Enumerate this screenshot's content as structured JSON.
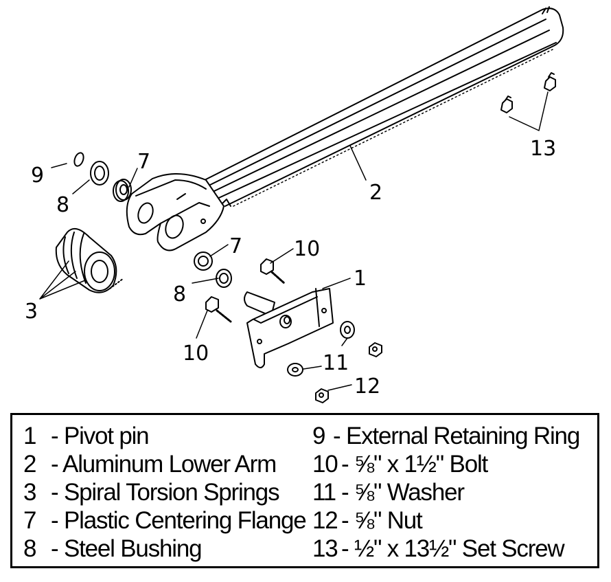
{
  "callouts": [
    {
      "id": "9",
      "text": "9"
    },
    {
      "id": "8a",
      "text": "8"
    },
    {
      "id": "7a",
      "text": "7"
    },
    {
      "id": "2",
      "text": "2"
    },
    {
      "id": "13",
      "text": "13"
    },
    {
      "id": "3",
      "text": "3"
    },
    {
      "id": "7b",
      "text": "7"
    },
    {
      "id": "10a",
      "text": "10"
    },
    {
      "id": "1",
      "text": "1"
    },
    {
      "id": "8b",
      "text": "8"
    },
    {
      "id": "10b",
      "text": "10"
    },
    {
      "id": "11",
      "text": "11"
    },
    {
      "id": "12",
      "text": "12"
    }
  ],
  "legend": {
    "left": [
      {
        "num": "1",
        "desc": "- Pivot pin"
      },
      {
        "num": "2",
        "desc": "- Aluminum Lower Arm"
      },
      {
        "num": "3",
        "desc": "- Spiral Torsion Springs"
      },
      {
        "num": "7",
        "desc": "- Plastic Centering Flange"
      },
      {
        "num": "8",
        "desc": "- Steel Bushing"
      }
    ],
    "right": [
      {
        "num": "9",
        "desc": "- External Retaining Ring"
      },
      {
        "num": "10",
        "desc": "- ⅝\" x 1½\" Bolt"
      },
      {
        "num": "11",
        "desc": "- ⅝\" Washer"
      },
      {
        "num": "12",
        "desc": "- ⅝\" Nut"
      },
      {
        "num": "13",
        "desc": "- ½\" x 13½\" Set Screw"
      }
    ]
  }
}
